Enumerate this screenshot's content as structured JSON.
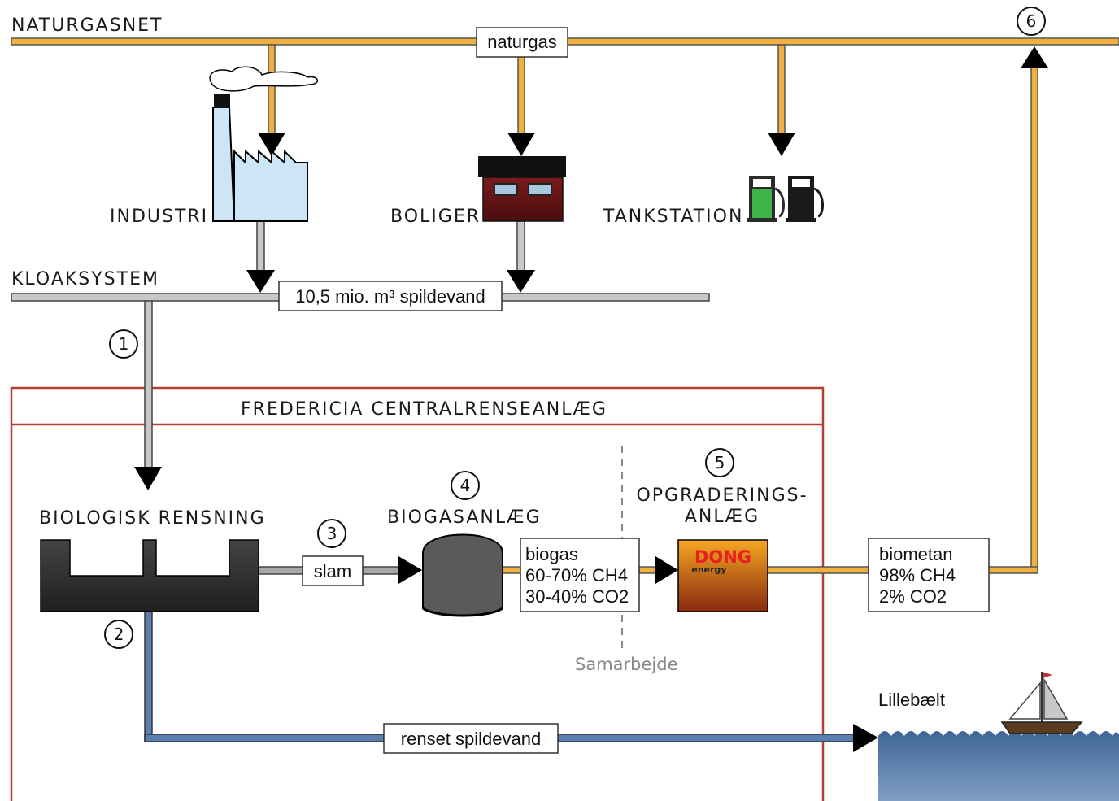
{
  "labels": {
    "naturgasnet": "NATURGASNET",
    "industri": "INDUSTRI",
    "boliger": "BOLIGER",
    "tankstation": "TANKSTATION",
    "kloaksystem": "KLOAKSYSTEM",
    "plant": "FREDERICIA CENTRALRENSEANLÆG",
    "biologisk": "BIOLOGISK RENSNING",
    "biogasanlaeg": "BIOGASANLÆG",
    "opgrad1": "OPGRADERINGS-",
    "opgrad2": "ANLÆG",
    "lillebaelt": "Lillebælt",
    "samarbejde": "Samarbejde"
  },
  "boxes": {
    "naturgas": "naturgas",
    "spildevand": "10,5 mio. m³ spildevand",
    "slam": "slam",
    "biogas": [
      "biogas",
      "60-70% CH4",
      "30-40% CO2"
    ],
    "biometan": [
      "biometan",
      "98% CH4",
      "2% CO2"
    ],
    "renset": "renset spildevand"
  },
  "steps": [
    "1",
    "2",
    "3",
    "4",
    "5",
    "6"
  ],
  "logo": {
    "brand": "DONG",
    "sub": "energy"
  },
  "icons": [
    "factory-icon",
    "house-icon",
    "fuel-pump-icon",
    "digester-tank-icon",
    "sailboat-icon",
    "sea-waves-icon"
  ],
  "colors": {
    "gas_pipe": "#f0b040",
    "sewer_pipe": "#c8c8c8",
    "clean_water": "#5a7fb0",
    "plant_border": "#b04030",
    "sea": "#4a6f9f"
  }
}
